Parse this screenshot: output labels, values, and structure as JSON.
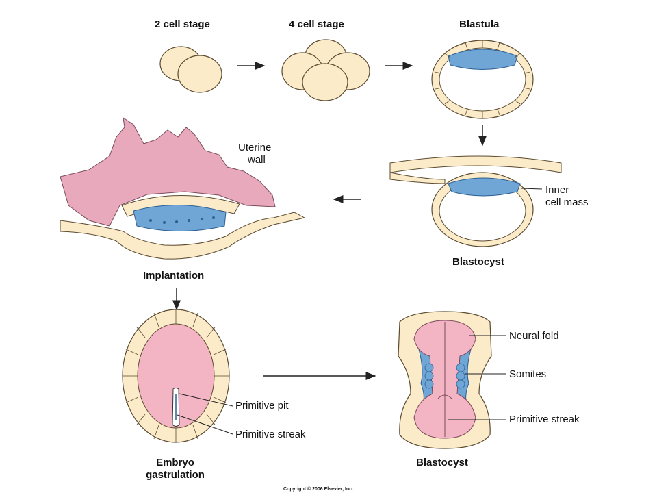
{
  "stages": {
    "two_cell": "2 cell stage",
    "four_cell": "4 cell stage",
    "blastula": "Blastula",
    "blastocyst_top": "Blastocyst",
    "implantation": "Implantation",
    "embryo_gastrulation_line1": "Embryo",
    "embryo_gastrulation_line2": "gastrulation",
    "blastocyst_bottom": "Blastocyst"
  },
  "labels": {
    "uterine_line1": "Uterine",
    "uterine_line2": "wall",
    "inner_line1": "Inner",
    "inner_line2": "cell mass",
    "primitive_pit": "Primitive pit",
    "primitive_streak_left": "Primitive streak",
    "neural_fold": "Neural fold",
    "somites": "Somites",
    "primitive_streak_right": "Primitive streak"
  },
  "copyright": "Copyright © 2006 Elsevier, Inc.",
  "colors": {
    "cell_fill": "#fbebc8",
    "cell_stroke": "#5a4a30",
    "blue_cell": "#6fa6d6",
    "blue_dark": "#2c5f95",
    "uterine_pink": "#e9a9bd",
    "embryo_pink": "#f3b5c4",
    "background": "#ffffff"
  }
}
